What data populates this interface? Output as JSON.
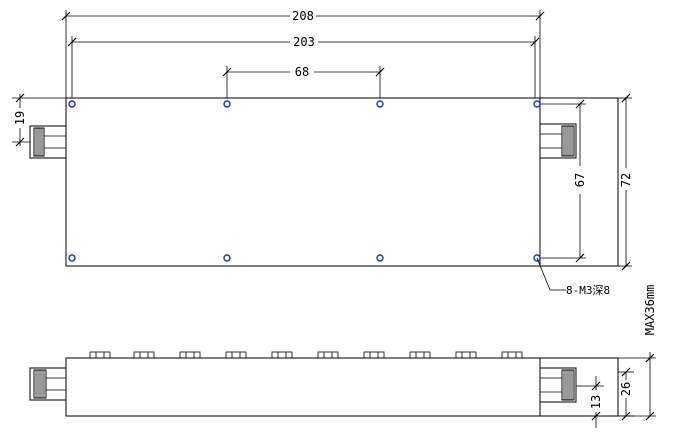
{
  "dimensions": {
    "overall_length": "208",
    "hole_span_long": "203",
    "hole_span_mid": "68",
    "connector_offset": "19",
    "hole_span_vertical": "67",
    "overall_width": "72",
    "max_height": "MAX36mm",
    "side_connector_height": "26",
    "side_connector_center": "13"
  },
  "notes": {
    "mounting_holes": "8-M3深8"
  },
  "colors": {
    "line": "#000000",
    "hole": "#1f2fd6",
    "background": "#ffffff"
  }
}
